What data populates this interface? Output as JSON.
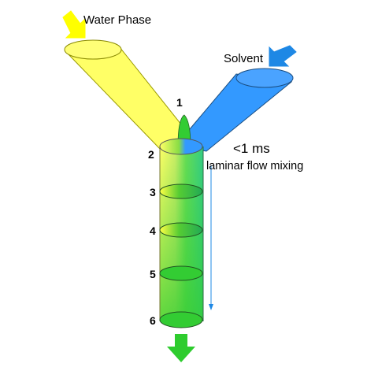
{
  "labels": {
    "water_phase": "Water Phase",
    "solvent": "Solvent",
    "time": "<1 ms",
    "mixing": "laminar flow mixing"
  },
  "stations": [
    "1",
    "2",
    "3",
    "4",
    "5",
    "6"
  ],
  "colors": {
    "water": "#ffff66",
    "water_edge": "#888800",
    "solvent": "#3399ff",
    "solvent_edge": "#1a4d80",
    "mixed": "#33cc33",
    "water_arrow": "#ffff00",
    "solvent_arrow": "#1e88e5",
    "outlet_arrow": "#2ecc2e",
    "flow_line": "#1e88e5"
  }
}
